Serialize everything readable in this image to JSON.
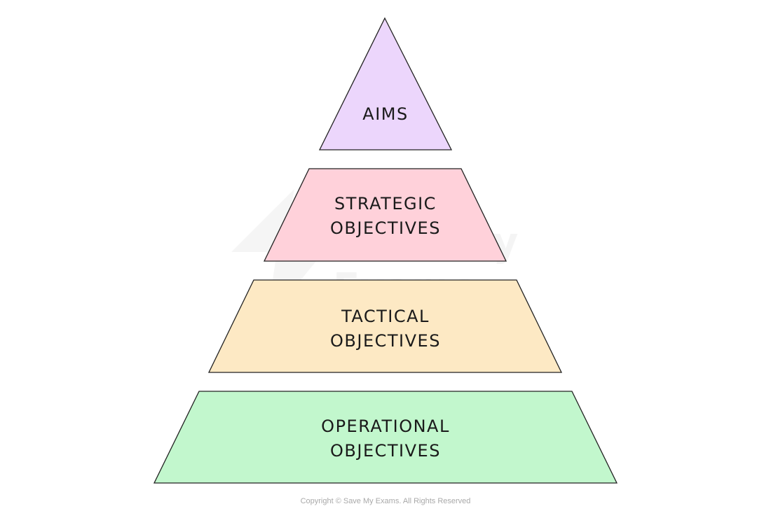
{
  "tiers": [
    {
      "label_lines": [
        "AIMS"
      ],
      "fill": "#ecd6fc"
    },
    {
      "label_lines": [
        "STRATEGIC",
        "OBJECTIVES"
      ],
      "fill": "#ffd1da"
    },
    {
      "label_lines": [
        "TACTICAL",
        "OBJECTIVES"
      ],
      "fill": "#fde9c4"
    },
    {
      "label_lines": [
        "OPERATIONAL",
        "OBJECTIVES"
      ],
      "fill": "#c2f7cd"
    }
  ],
  "watermark": {
    "line1": "Save My",
    "line2": "Exams"
  },
  "copyright": "Copyright © Save My Exams. All Rights Reserved",
  "colors": {
    "stroke": "#222222",
    "text": "#1a1a1a",
    "watermark": "#ececec",
    "copyright": "#a9a9a9"
  }
}
